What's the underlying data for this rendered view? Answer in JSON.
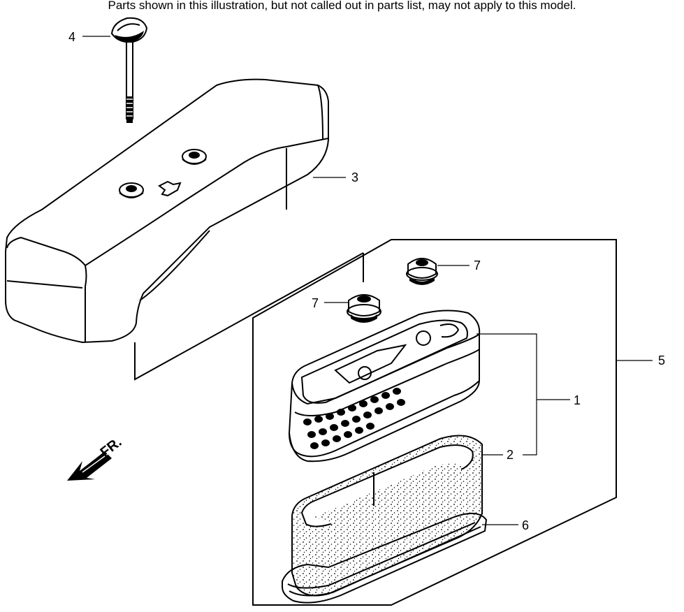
{
  "disclaimer": "Parts shown in this illustration, but not called out in parts list, may not apply to this model.",
  "direction_label": "FR.",
  "callouts": [
    "1",
    "2",
    "3",
    "4",
    "5",
    "6",
    "7",
    "7"
  ]
}
